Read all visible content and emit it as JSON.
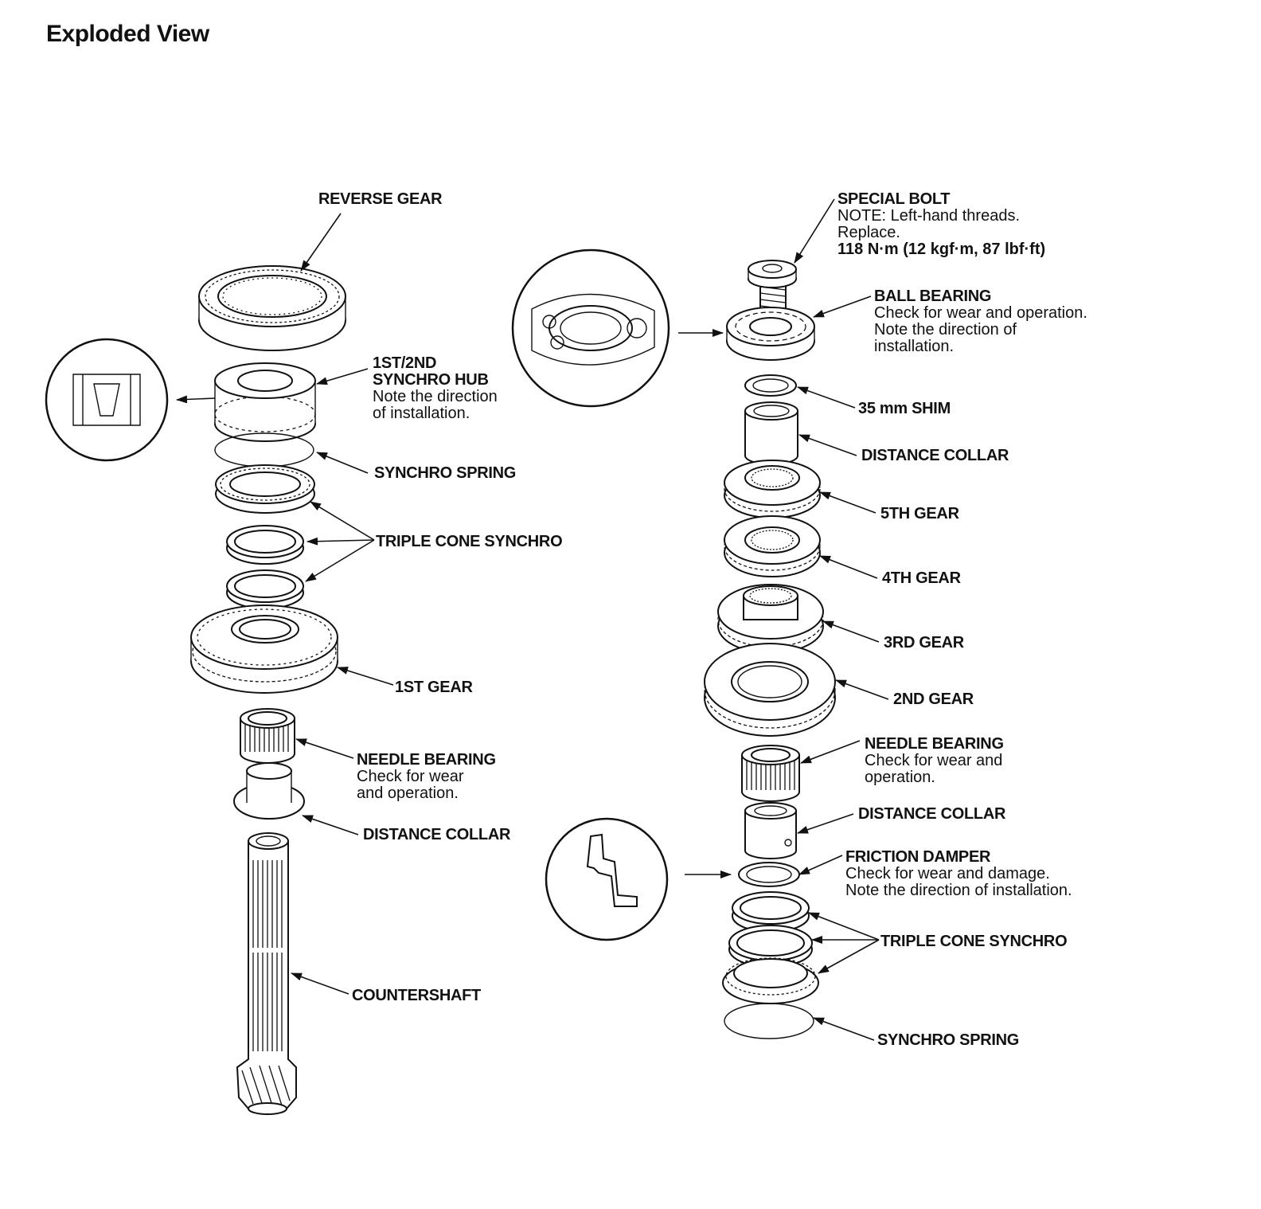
{
  "title": "Exploded View",
  "left_shaft": {
    "reverse_gear": {
      "head": "REVERSE GEAR"
    },
    "synchro_hub": {
      "head1": "1ST/2ND",
      "head2": "SYNCHRO HUB",
      "note1": "Note the direction",
      "note2": "of installation."
    },
    "synchro_spring": {
      "head": "SYNCHRO SPRING"
    },
    "triple_cone_synchro": {
      "head": "TRIPLE CONE SYNCHRO"
    },
    "first_gear": {
      "head": "1ST GEAR"
    },
    "needle_bearing": {
      "head": "NEEDLE BEARING",
      "note1": "Check for wear",
      "note2": "and operation."
    },
    "distance_collar": {
      "head": "DISTANCE COLLAR"
    },
    "countershaft": {
      "head": "COUNTERSHAFT"
    }
  },
  "right_shaft": {
    "special_bolt": {
      "head": "SPECIAL BOLT",
      "note1": "NOTE: Left-hand threads.",
      "note2": "Replace.",
      "torque": "118 N·m (12 kgf·m, 87 lbf·ft)"
    },
    "ball_bearing": {
      "head": "BALL BEARING",
      "note1": "Check for wear and operation.",
      "note2": "Note the direction of",
      "note3": "installation."
    },
    "shim": {
      "head": "35 mm SHIM"
    },
    "distance_collar_top": {
      "head": "DISTANCE COLLAR"
    },
    "fifth_gear": {
      "head": "5TH GEAR"
    },
    "fourth_gear": {
      "head": "4TH GEAR"
    },
    "third_gear": {
      "head": "3RD GEAR"
    },
    "second_gear": {
      "head": "2ND GEAR"
    },
    "needle_bearing": {
      "head": "NEEDLE BEARING",
      "note1": "Check for wear and",
      "note2": "operation."
    },
    "distance_collar_bottom": {
      "head": "DISTANCE COLLAR"
    },
    "friction_damper": {
      "head": "FRICTION DAMPER",
      "note1": "Check for wear and damage.",
      "note2": "Note the direction of installation."
    },
    "triple_cone_synchro": {
      "head": "TRIPLE CONE SYNCHRO"
    },
    "synchro_spring": {
      "head": "SYNCHRO SPRING"
    }
  }
}
